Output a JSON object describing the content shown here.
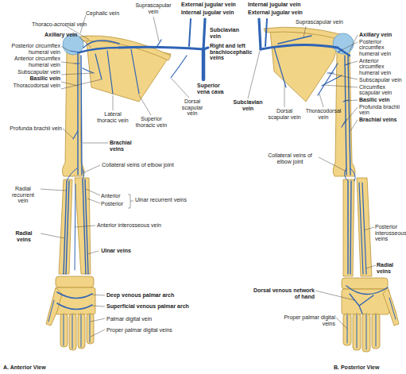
{
  "diagram": {
    "labels": [
      "Suprascapular vein",
      "External jugular vein",
      "Internal jugular vein",
      "Cephalic vein",
      "Thoraco-acromial vein",
      "Axillary vein",
      "Posterior circumflex humeral vein",
      "Anterior circumflex humeral vein",
      "Subscapular vein",
      "Basilic vein",
      "Thoracodorsal vein",
      "Subclavian vein",
      "Right and left brachiocephalic veins",
      "Superior vena cava",
      "Dorsal scapular vein",
      "Lateral thoracic vein",
      "Superior thoracic vein",
      "Profunda brachii vein",
      "Brachial veins",
      "Collateral veins of elbow joint",
      "Radial recurrent vein",
      "Anterior",
      "Posterior",
      "Ulnar recurrent veins",
      "Anterior interosseous vein",
      "Radial veins",
      "Ulnar veins",
      "Deep venous palmar arch",
      "Superficial venous palmar arch",
      "Palmar digital vein",
      "Proper palmar digital veins",
      "A. Anterior View",
      "Internal jugular vein",
      "External jugular vein",
      "Suprascapular vein",
      "Axillary vein",
      "Posterior circumflex humeral vein",
      "Anterior circumflex humeral vein",
      "Subscapular vein",
      "Circumflex scapular vein",
      "Basilic vein",
      "Profunda brachii vein",
      "Brachial veins",
      "Subclavian vein",
      "Dorsal scapular vein",
      "Thoracodorsal vein",
      "Collateral veins of elbow joint",
      "Posterior interosseous veins",
      "Radial veins",
      "Dorsal venous network of hand",
      "Proper palmar digital veins",
      "B. Posterior View"
    ]
  }
}
